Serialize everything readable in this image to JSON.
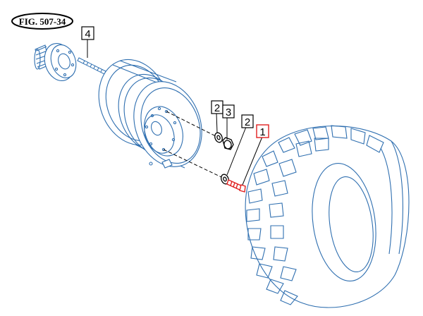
{
  "figure": {
    "label": "FIG. 507-34"
  },
  "callouts": [
    {
      "id": "callout-4",
      "text": "4",
      "highlight": false
    },
    {
      "id": "callout-2a",
      "text": "2",
      "highlight": false
    },
    {
      "id": "callout-3",
      "text": "3",
      "highlight": false
    },
    {
      "id": "callout-2b",
      "text": "2",
      "highlight": false
    },
    {
      "id": "callout-1",
      "text": "1",
      "highlight": true
    }
  ],
  "colors": {
    "line": "#2f6fb0",
    "highlight": "#e02020",
    "callout_border": "#000000",
    "background": "#ffffff"
  },
  "parts": [
    {
      "name": "hub-flange",
      "icon": "hub-flange-icon"
    },
    {
      "name": "stud",
      "icon": "stud-icon"
    },
    {
      "name": "wheel-rim",
      "icon": "wheel-rim-icon"
    },
    {
      "name": "washer",
      "icon": "washer-icon"
    },
    {
      "name": "nut",
      "icon": "nut-icon"
    },
    {
      "name": "bolt",
      "icon": "bolt-icon"
    },
    {
      "name": "tire",
      "icon": "tire-icon"
    }
  ]
}
